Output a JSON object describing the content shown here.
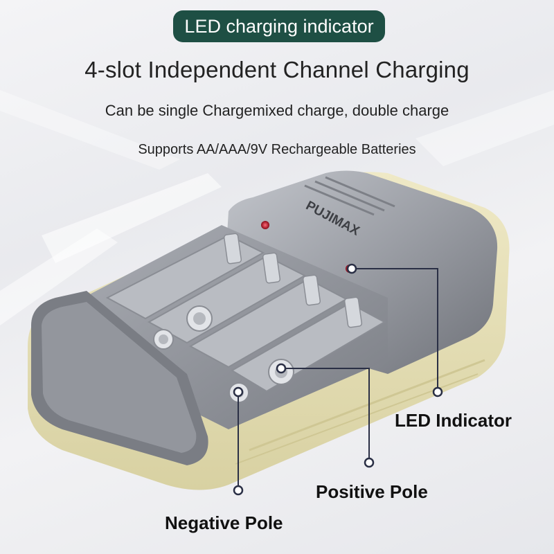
{
  "header": {
    "badge_text": "LED charging indicator",
    "headline": "4-slot Independent Channel Charging",
    "subtitle_1": "Can be single Chargemixed charge, double charge",
    "subtitle_2": "Supports AA/AAA/9V Rechargeable Batteries"
  },
  "product": {
    "brand": "PUJIMAX",
    "colors": {
      "shell_grey": "#8a8c92",
      "shell_light": "#b8bbc1",
      "base_cream": "#e7e1b8",
      "badge_green": "#1e4f44",
      "callout_line": "#2a2f45",
      "led_red": "#c4142a"
    }
  },
  "callouts": {
    "led_indicator": "LED Indicator",
    "positive_pole": "Positive Pole",
    "negative_pole": "Negative Pole"
  }
}
